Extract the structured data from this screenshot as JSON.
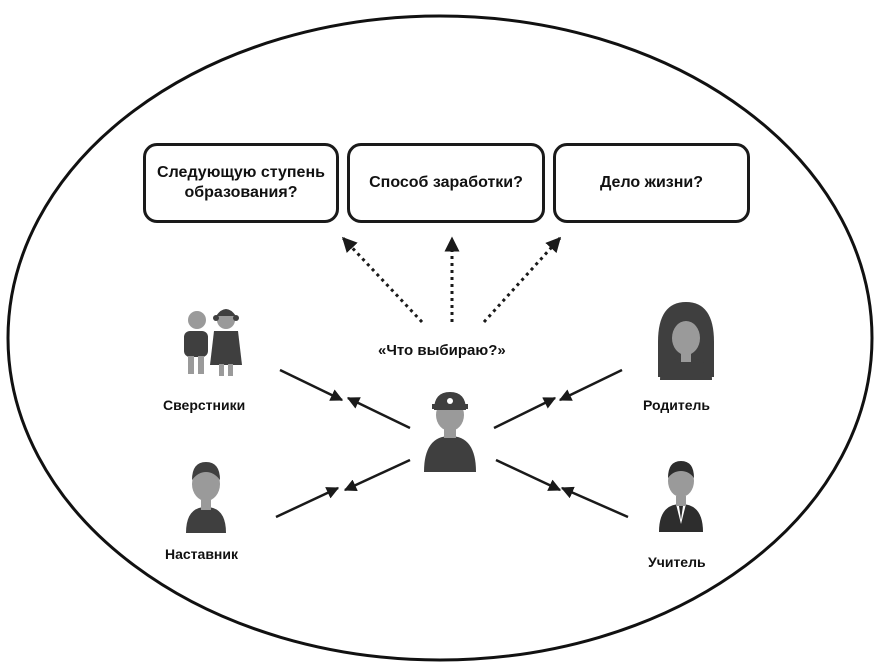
{
  "questions": [
    {
      "text": "Следующую ступень\nобразования?"
    },
    {
      "text": "Способ заработки?"
    },
    {
      "text": "Дело жизни?"
    }
  ],
  "center": {
    "caption": "«Что выбираю?»",
    "icon": "teen-with-cap-icon"
  },
  "people": {
    "peers": {
      "label": "Сверстники",
      "icon": "peers-icon"
    },
    "mentor": {
      "label": "Наставник",
      "icon": "mentor-icon"
    },
    "parent": {
      "label": "Родитель",
      "icon": "parent-icon"
    },
    "teacher": {
      "label": "Учитель",
      "icon": "teacher-icon"
    }
  },
  "colors": {
    "stroke": "#1a1a1a",
    "figure": "#3f3f3f",
    "skin": "#9a9a9a"
  }
}
